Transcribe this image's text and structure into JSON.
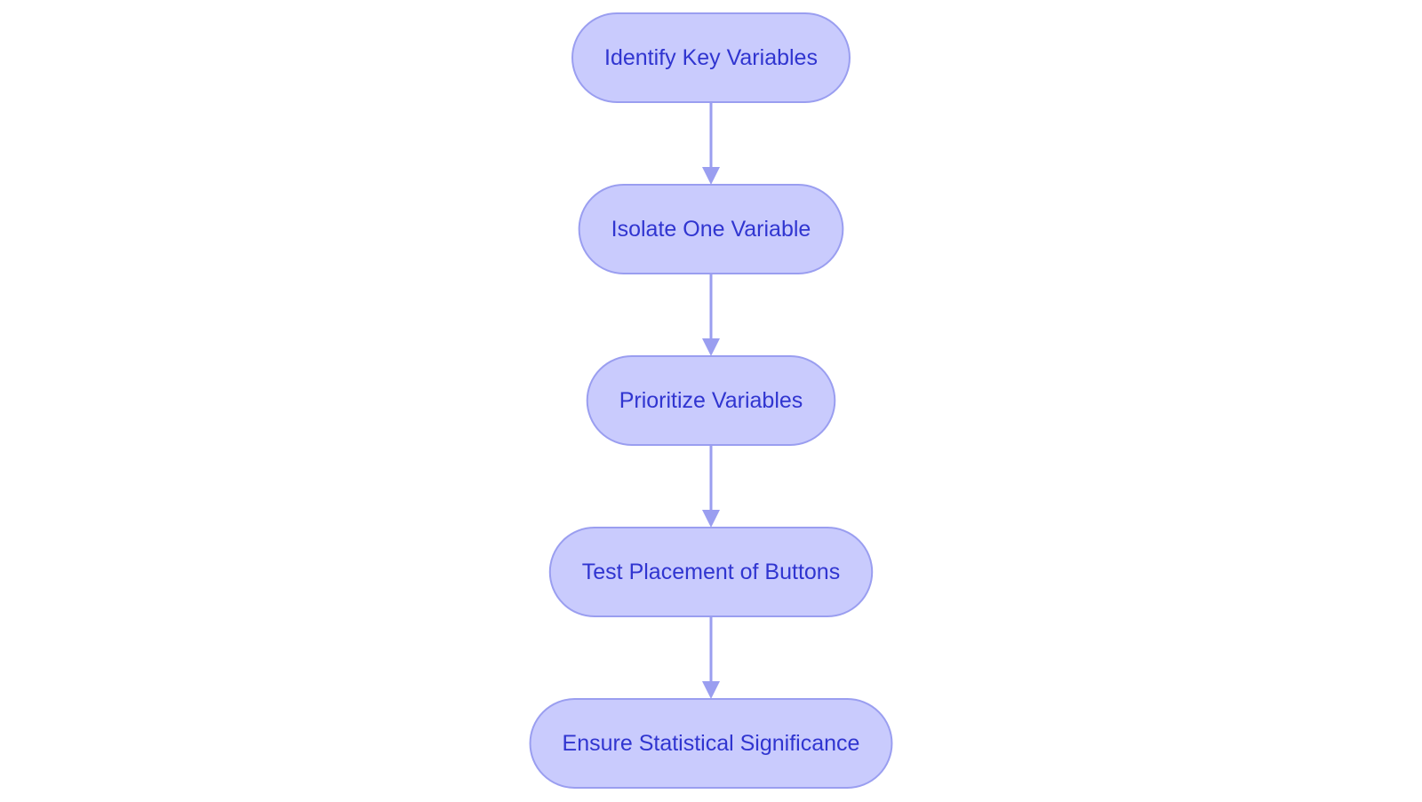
{
  "colors": {
    "node_fill": "#c9cbfd",
    "node_stroke": "#9a9ef0",
    "node_text": "#3035d0",
    "edge": "#9a9ef0"
  },
  "diagram": {
    "type": "vertical-flowchart",
    "node_shape": "pill",
    "nodes": [
      {
        "id": "n1",
        "label": "Identify Key Variables"
      },
      {
        "id": "n2",
        "label": "Isolate One Variable"
      },
      {
        "id": "n3",
        "label": "Prioritize Variables"
      },
      {
        "id": "n4",
        "label": "Test Placement of Buttons"
      },
      {
        "id": "n5",
        "label": "Ensure Statistical Significance"
      }
    ],
    "edges": [
      {
        "from": "n1",
        "to": "n2"
      },
      {
        "from": "n2",
        "to": "n3"
      },
      {
        "from": "n3",
        "to": "n4"
      },
      {
        "from": "n4",
        "to": "n5"
      }
    ]
  }
}
